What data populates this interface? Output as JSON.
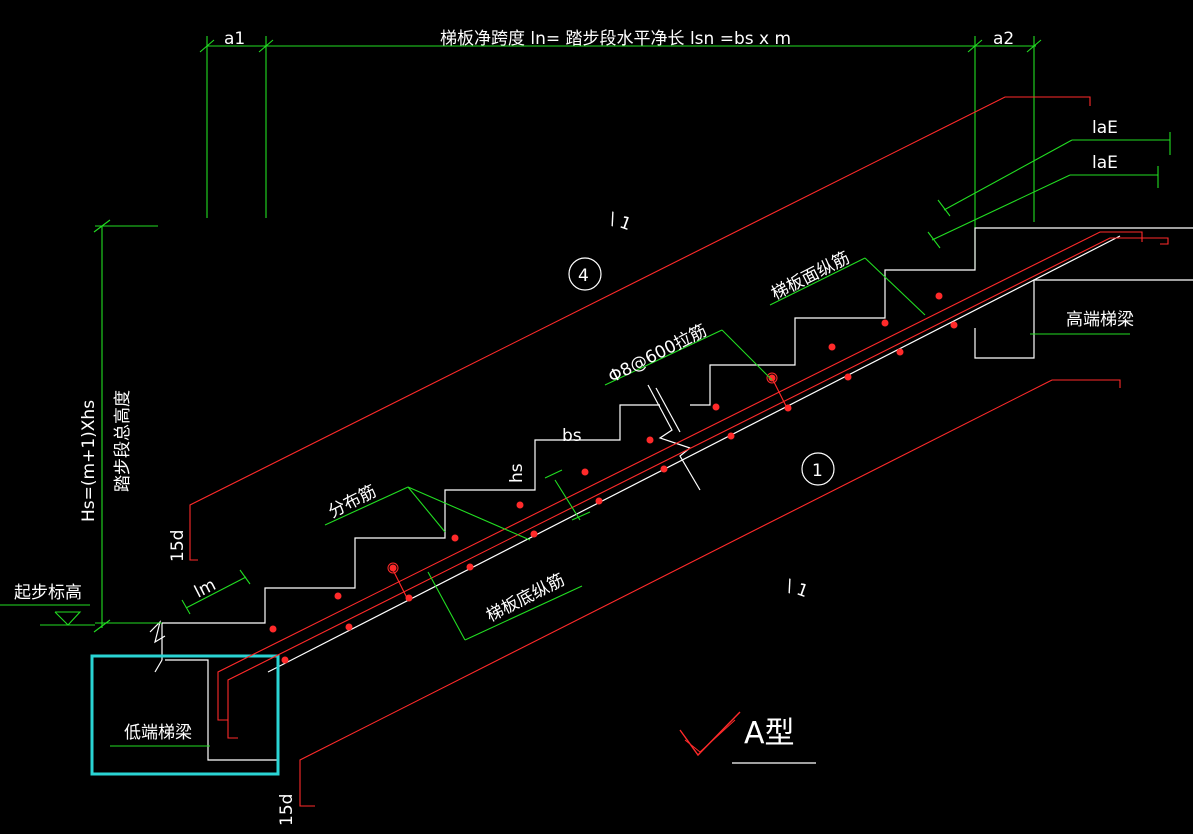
{
  "colors": {
    "background": "#000000",
    "outline": "#ffffff",
    "dimension": "#22dd22",
    "rebar": "#ff2a2a",
    "highlight_box": "#2ad4d4"
  },
  "labels": {
    "a1": "a1",
    "a2": "a2",
    "span_title": "梯板净跨度 ln= 踏步段水平净长 lsn =bs x m",
    "lae_1": "laE",
    "lae_2": "laE",
    "section_top": "\\ 1",
    "section_bottom": "\\ 1",
    "circle_4": "4",
    "circle_1": "1",
    "top_bar": "梯板面纵筋",
    "high_beam": "高端梯梁",
    "tie_bar": "Φ8@600拉筋",
    "bs": "bs",
    "hs": "hs",
    "height_formula": "Hs=(m+1)Xhs",
    "height_desc": "踏步段总高度",
    "dist_bar": "分布筋",
    "bottom_bar": "梯板底纵筋",
    "lm": "lm",
    "d15_top": "15d",
    "d15_bottom": "15d",
    "start_elev": "起步标高",
    "low_beam": "低端梯梁",
    "type_title": "A型"
  }
}
